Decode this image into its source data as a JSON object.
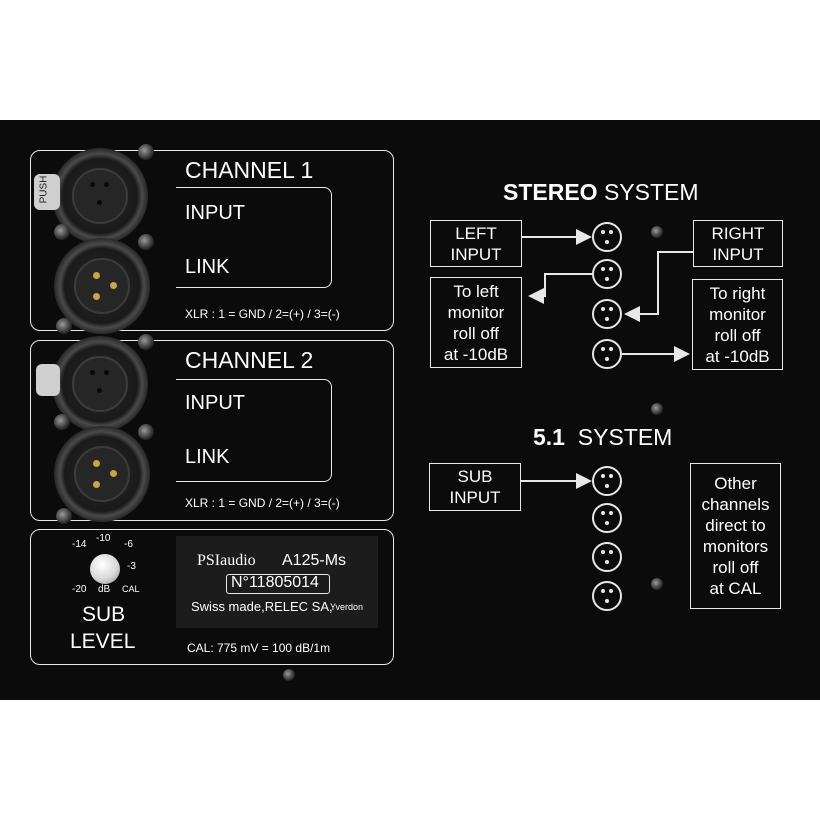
{
  "channels": [
    {
      "title": "CHANNEL 1",
      "input": "INPUT",
      "link": "LINK",
      "xlr": "XLR : 1 = GND / 2=(+) / 3=(-)"
    },
    {
      "title": "CHANNEL 2",
      "input": "INPUT",
      "link": "LINK",
      "xlr": "XLR : 1 = GND / 2=(+) / 3=(-)"
    }
  ],
  "push_label": "PUSH",
  "sub_level": {
    "title_line1": "SUB",
    "title_line2": "LEVEL",
    "scale": [
      "-14",
      "-10",
      "-6",
      "-3",
      "CAL",
      "dB",
      "-20"
    ]
  },
  "plate": {
    "brand": "PSIaudio",
    "model": "A125-Ms",
    "serial": "N°11805014",
    "made": "Swiss made,RELEC SA,",
    "city": "Yverdon"
  },
  "cal_text": "CAL: 775 mV = 100 dB/1m",
  "stereo": {
    "title_bold": "STEREO",
    "title_rest": " SYSTEM",
    "left_input": "LEFT\nINPUT",
    "right_input": "RIGHT\nINPUT",
    "left_monitor": "To left\nmonitor\nroll off\nat -10dB",
    "right_monitor": "To right\nmonitor\nroll off\nat -10dB"
  },
  "surround": {
    "title_bold": "5.1",
    "title_rest": "  SYSTEM",
    "sub_input": "SUB\nINPUT",
    "other": "Other\nchannels\ndirect to\nmonitors\nroll off\nat CAL"
  },
  "colors": {
    "panel": "#0b0b0b",
    "line": "#e8e8e8",
    "pin": "#c7a548"
  }
}
